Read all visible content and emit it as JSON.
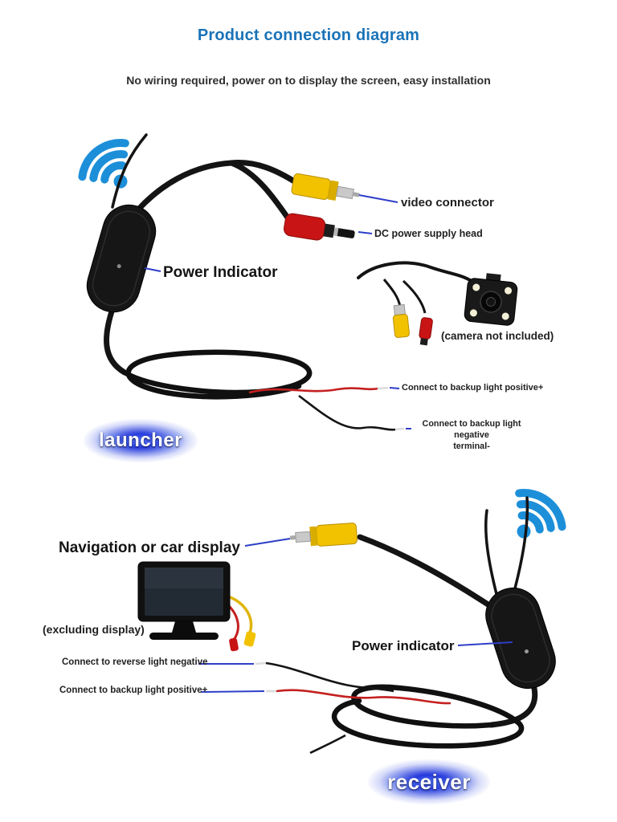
{
  "title": "Product connection diagram",
  "subtitle": "No wiring required, power on to display the screen, easy installation",
  "launcher_section": {
    "badge": "launcher",
    "video_connector_label": "video connector",
    "dc_power_label": "DC power supply head",
    "power_indicator_label": "Power Indicator",
    "camera_note": "(camera not included)",
    "backup_positive_label": "Connect to backup light positive+",
    "backup_negative_line1": "Connect to backup light negative",
    "backup_negative_line2": "terminal-"
  },
  "receiver_section": {
    "badge": "receiver",
    "nav_display_label": "Navigation or car display",
    "display_note": "(excluding display)",
    "reverse_negative_label": "Connect to reverse light negative",
    "backup_positive_label": "Connect to backup light positive+",
    "power_indicator_label": "Power indicator"
  },
  "icons": {
    "wifi_signal": "wifi-signal-icon (three blue arcs + dot)"
  },
  "colors": {
    "title_blue": "#1a73b8",
    "wifi_blue": "#1d8fd9",
    "leader_line_blue": "#2e3ec8",
    "rca_yellow": "#f2c200",
    "plug_red": "#c81414",
    "cable_black": "#141414",
    "badge_glow_blue": "#1a2bd8",
    "badge_text_white": "#ffffff"
  }
}
